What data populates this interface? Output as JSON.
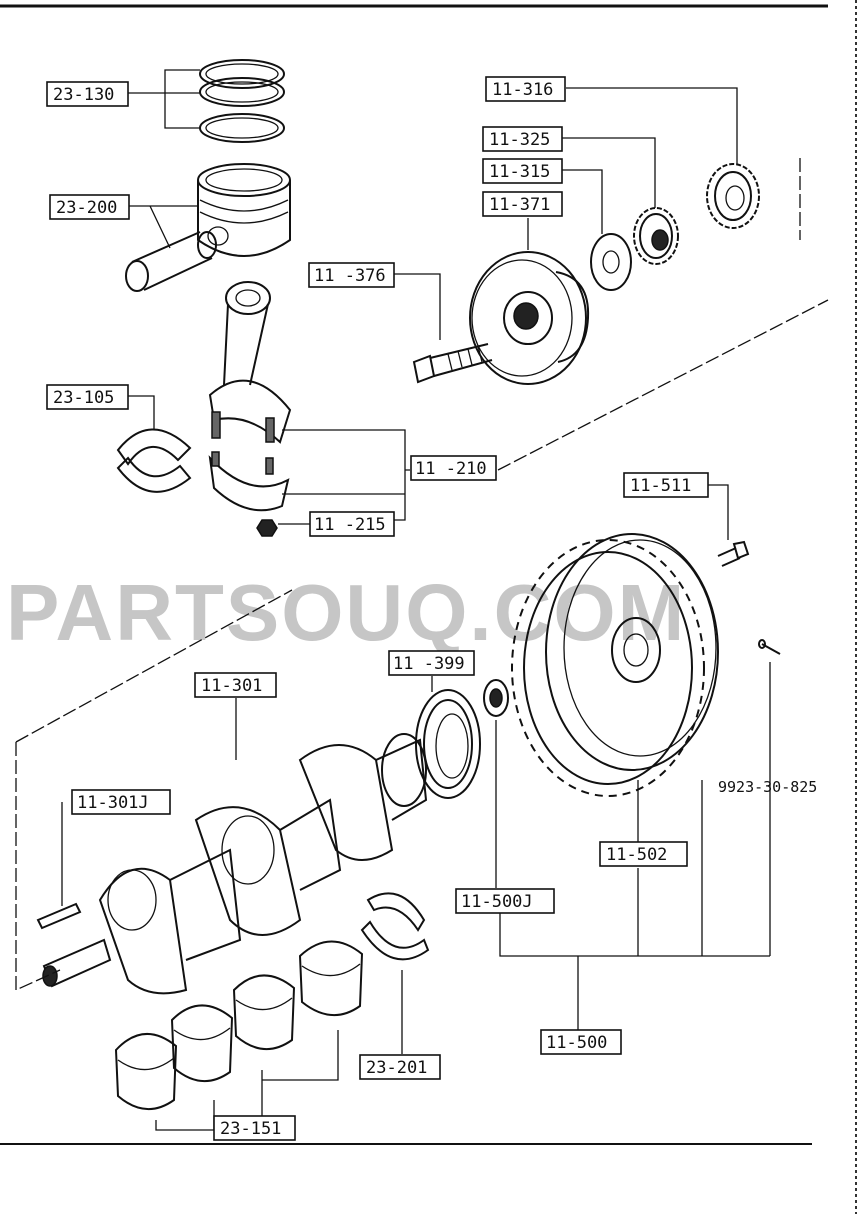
{
  "watermark": "PARTSOUQ.COM",
  "labels": {
    "l23_130": "23-130",
    "l23_200": "23-200",
    "l23_105": "23-105",
    "l11_316": "11-316",
    "l11_325": "11-325",
    "l11_315": "11-315",
    "l11_371": "11-371",
    "l11_376": "11 -376",
    "l11_210": "11 -210",
    "l11_215": "11 -215",
    "l11_511": "11-511",
    "l11_399": "11 -399",
    "l11_301": "11-301",
    "l11_301J": "11-301J",
    "l11_502": "11-502",
    "l11_500J": "11-500J",
    "l11_500": "11-500",
    "l23_201": "23-201",
    "l23_151": "23-151"
  },
  "plain_text": {
    "pin_code": "9923-30-825"
  }
}
